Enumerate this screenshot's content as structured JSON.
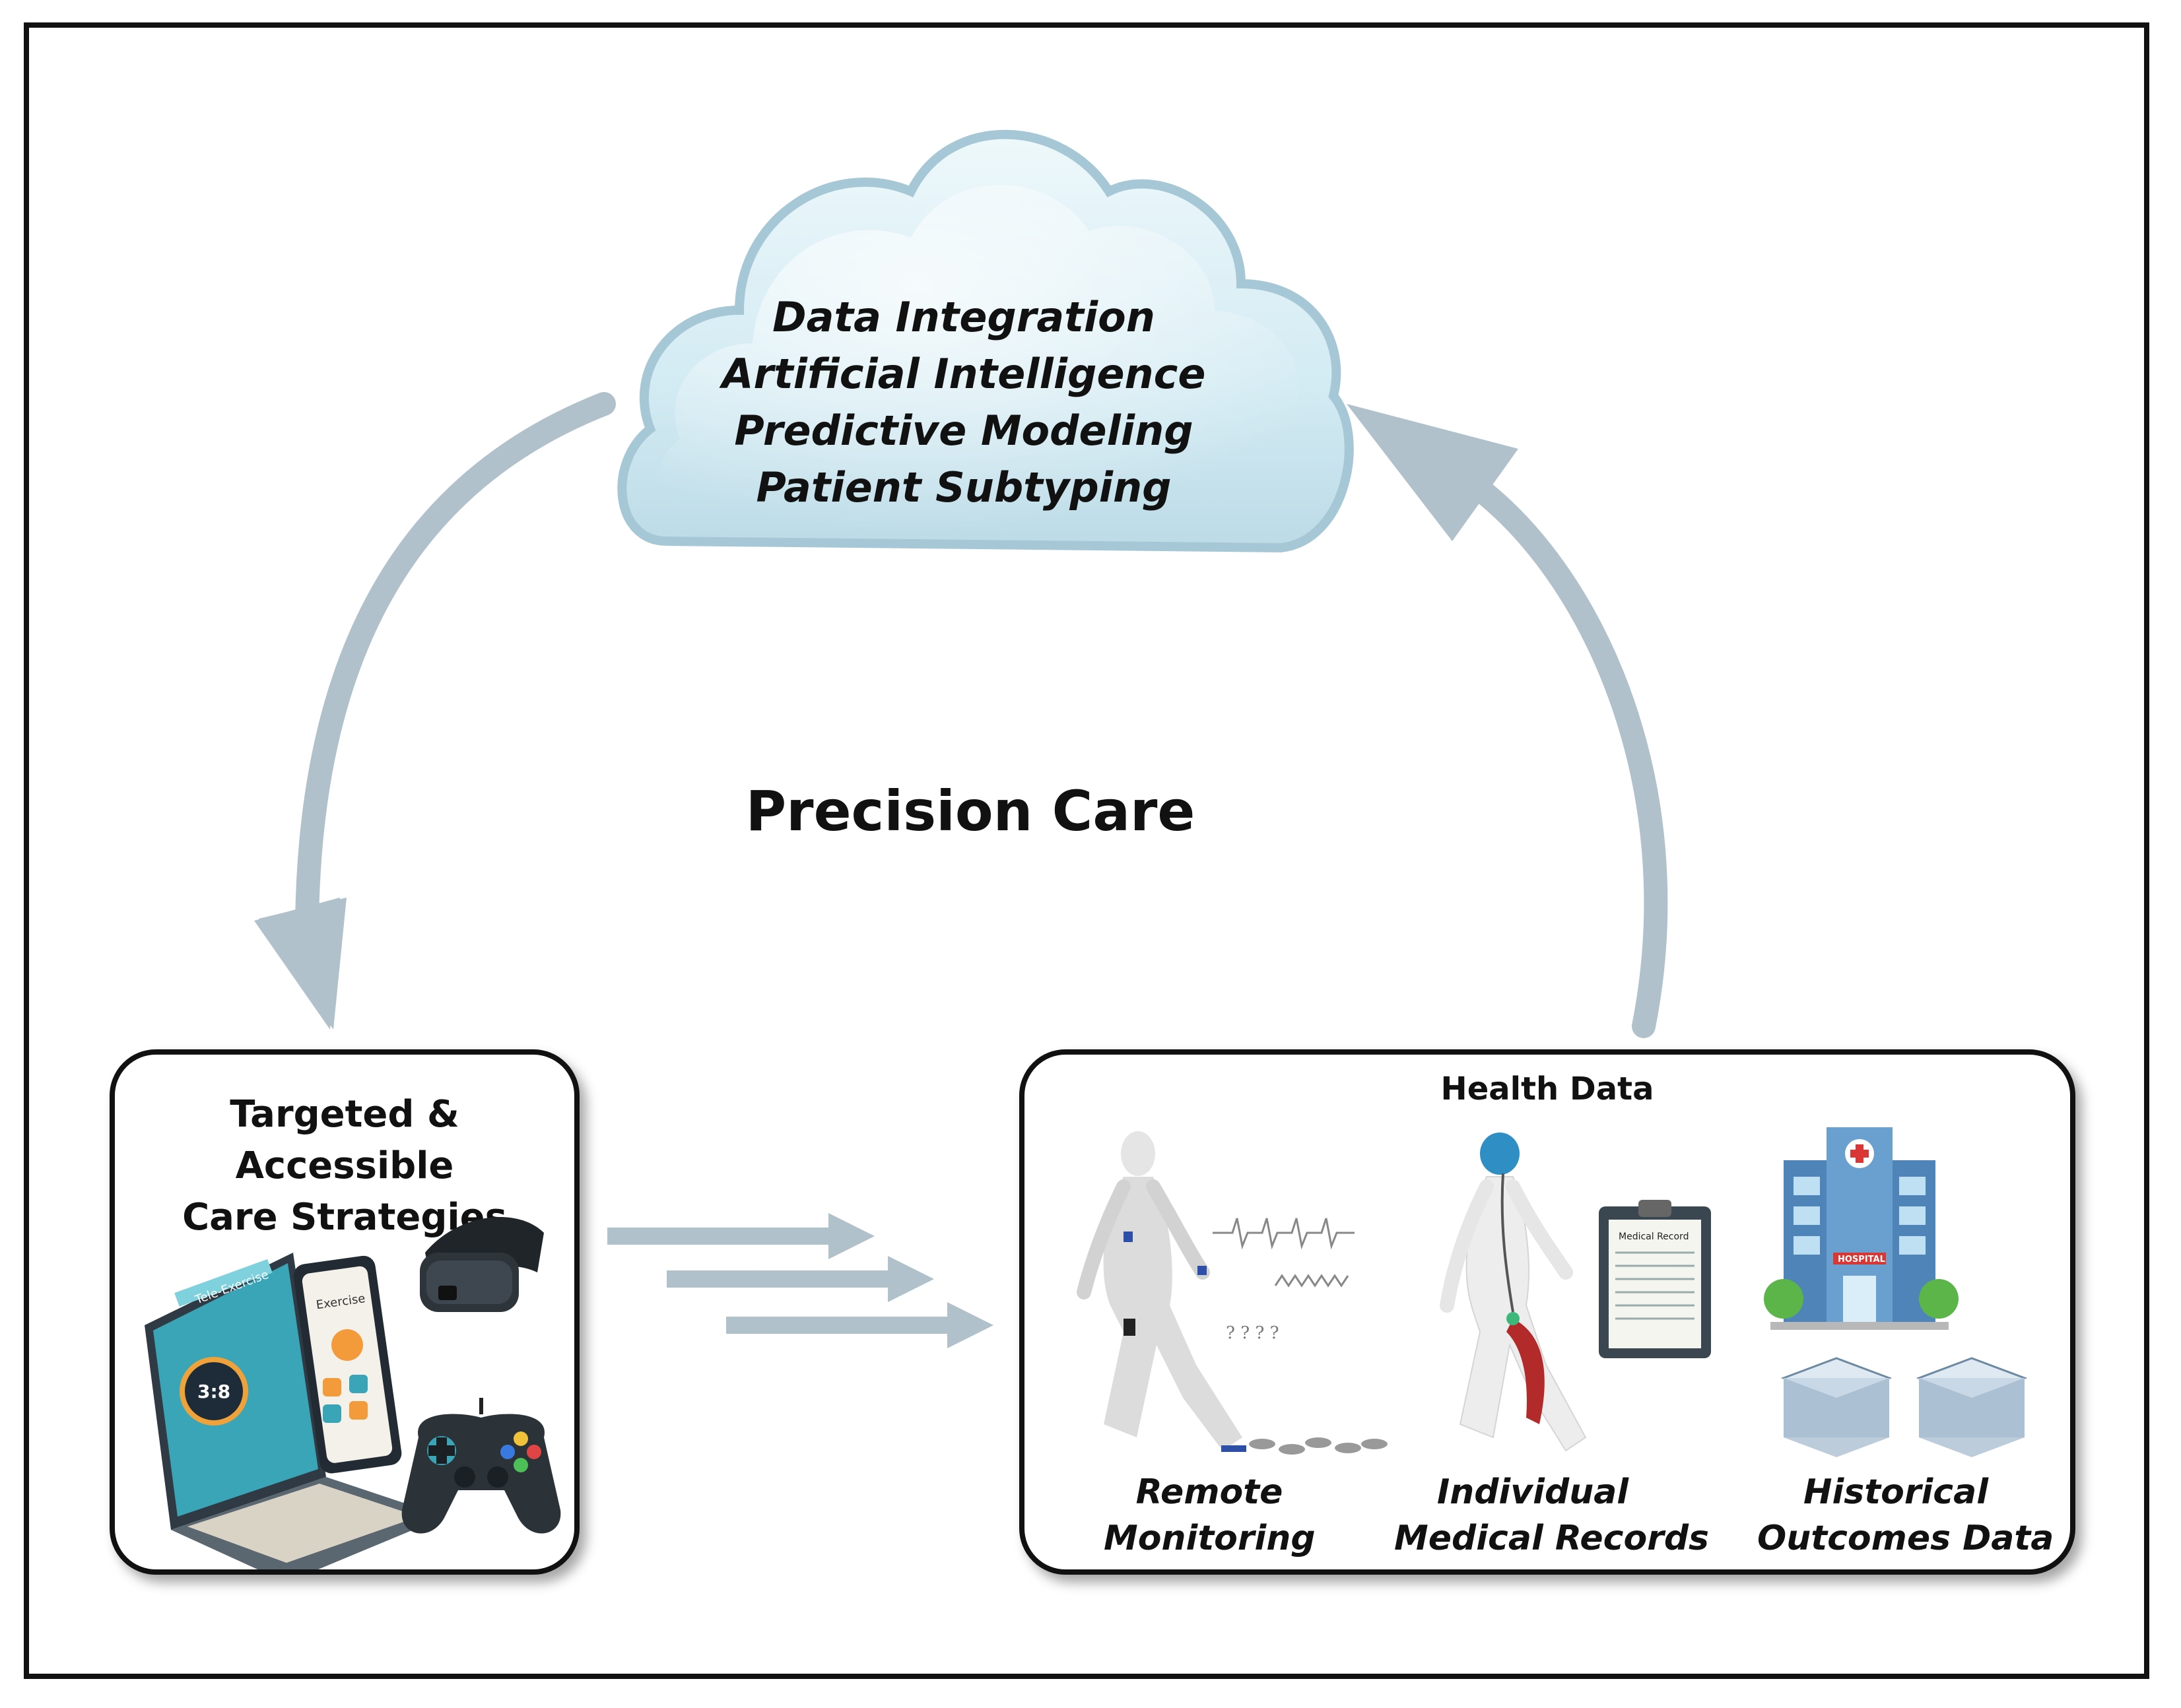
{
  "cloud": {
    "lines": [
      "Data Integration",
      "Artificial Intelligence",
      "Predictive Modeling",
      "Patient Subtyping"
    ]
  },
  "center_title": "Precision Care",
  "left_box": {
    "title_line1": "Targeted & Accessible",
    "title_line2": "Care Strategies",
    "illustrations": [
      "laptop-icon",
      "phone-icon",
      "vr-headset-icon",
      "game-controller-icon"
    ],
    "laptop_header": "Tele-Exercise",
    "laptop_timer": "3:8",
    "phone_header": "Exercise"
  },
  "right_box": {
    "title": "Health Data",
    "columns": [
      {
        "line1": "Remote",
        "line2": "Monitoring",
        "icon": "walking-person-icon"
      },
      {
        "line1": "Individual",
        "line2": "Medical Records",
        "icon": "medical-record-icon"
      },
      {
        "line1": "Historical",
        "line2": "Outcomes Data",
        "icon": "hospital-icon"
      }
    ],
    "clipboard_label": "Medical Record",
    "hospital_sign": "HOSPITAL"
  },
  "colors": {
    "arrow": "#b0c1cb",
    "border": "#111111",
    "cloud_fill": "#d4ecf4",
    "cloud_edge": "#a9cad7"
  }
}
